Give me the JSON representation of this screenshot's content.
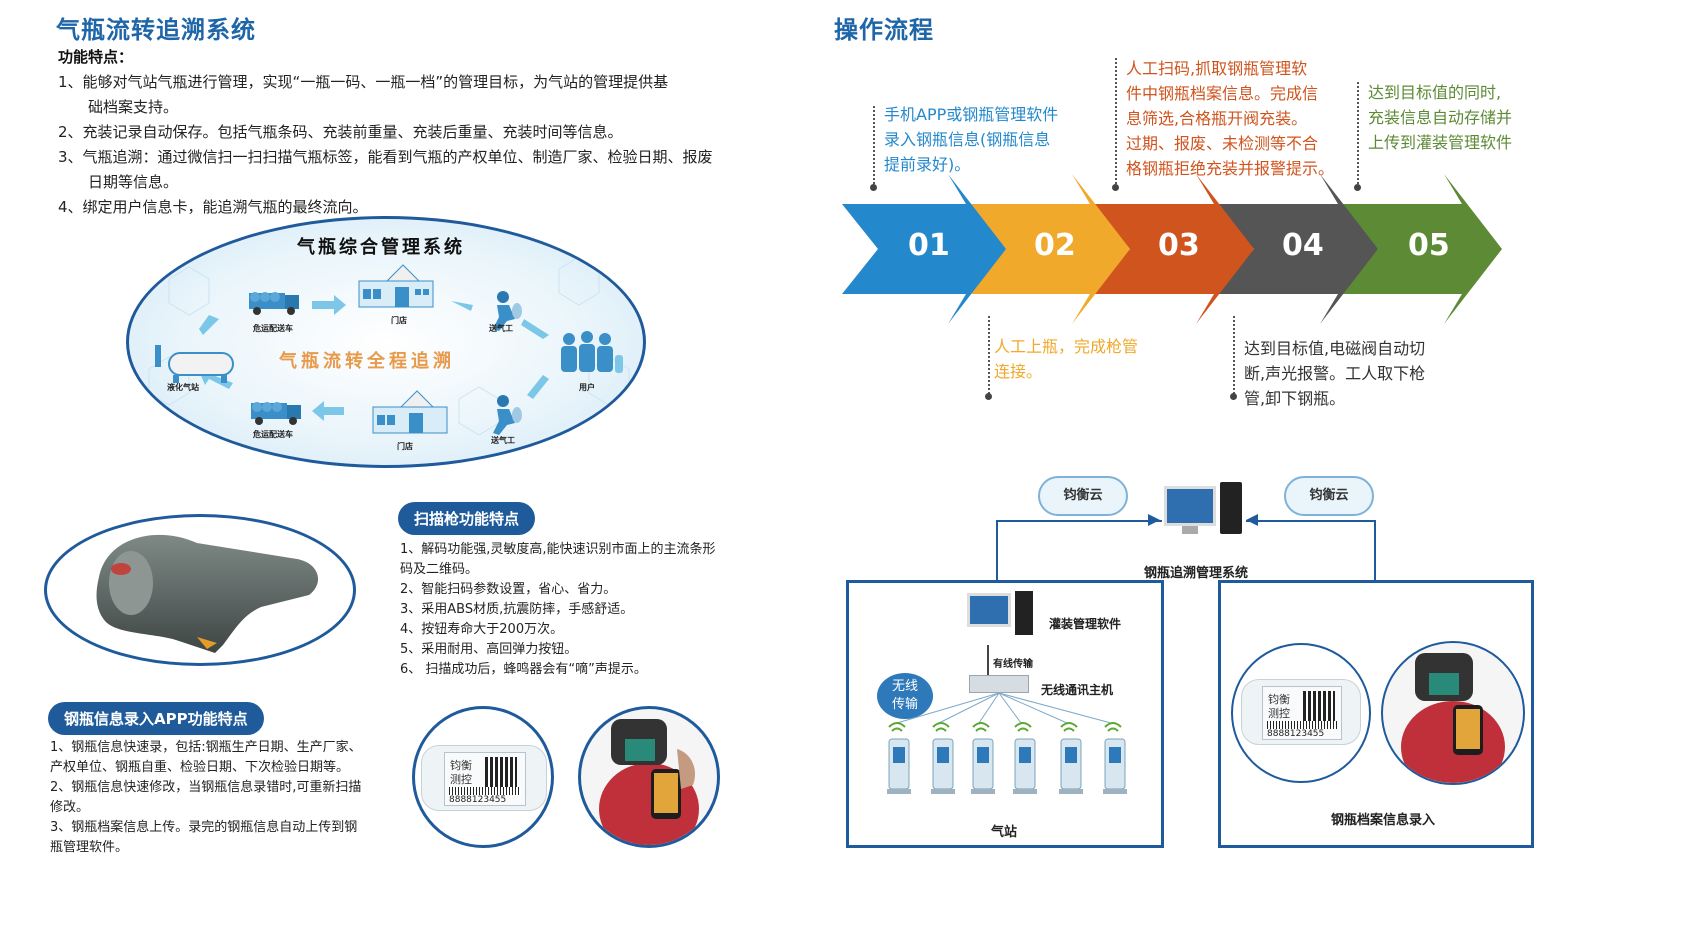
{
  "left": {
    "title": "气瓶流转追溯系统",
    "features": {
      "heading": "功能特点：",
      "items": [
        "1、能够对气站气瓶进行管理，实现“一瓶一码、一瓶一档”的管理目标，为气站的管理提供基",
        "础档案支持。",
        "2、充装记录自动保存。包括气瓶条码、充装前重量、充装后重量、充装时间等信息。",
        "3、气瓶追溯：通过微信扫一扫扫描气瓶标签，能看到气瓶的产权单位、制造厂家、检验日期、报废",
        "日期等信息。",
        "4、绑定用户信息卡，能追溯气瓶的最终流向。"
      ]
    },
    "diagram": {
      "title": "气瓶综合管理系统",
      "center_text": "气瓶流转全程追溯",
      "labels": {
        "truck_top": "危运配送车",
        "store_top": "门店",
        "courier_top": "送气工",
        "users": "用户",
        "station": "液化气站",
        "truck_bottom": "危运配送车",
        "store_bottom": "门店",
        "courier_bottom": "送气工"
      }
    },
    "scanner": {
      "heading": "扫描枪功能特点",
      "items": [
        "1、解码功能强,灵敏度高,能快速识别市面上的主流条形",
        "码及二维码。",
        "2、智能扫码参数设置，省心、省力。",
        "3、采用ABS材质,抗震防摔，手感舒适。",
        "4、按钮寿命大于200万次。",
        "5、采用耐用、高回弹力按钮。",
        "6、 扫描成功后，蜂鸣器会有“嘀”声提示。"
      ]
    },
    "app": {
      "heading": "钢瓶信息录入APP功能特点",
      "items": [
        "1、钢瓶信息快速录，包括:钢瓶生产日期、生产厂家、",
        "产权单位、钢瓶自重、检验日期、下次检验日期等。",
        "2、钢瓶信息快速修改，当钢瓶信息录错时,可重新扫描",
        "修改。",
        "3、钢瓶档案信息上传。录完的钢瓶信息自动上传到钢",
        "瓶管理软件。"
      ]
    },
    "tag": {
      "line1": "钧衡",
      "line2": "测控",
      "code": "8888123455"
    }
  },
  "right": {
    "title": "操作流程",
    "steps": [
      {
        "num": "01",
        "color": "#2488cc",
        "text": [
          "手机APP或钢瓶管理软件",
          "录入钢瓶信息(钢瓶信息",
          "提前录好)。"
        ]
      },
      {
        "num": "02",
        "color": "#f0a92a",
        "text": [
          "人工上瓶，完成枪管",
          "连接。"
        ]
      },
      {
        "num": "03",
        "color": "#d0541e",
        "text": [
          "人工扫码,抓取钢瓶管理软",
          "件中钢瓶档案信息。完成信",
          "息筛选,合格瓶开阀充装。",
          "过期、报废、未检测等不合",
          "格钢瓶拒绝充装并报警提示。"
        ]
      },
      {
        "num": "04",
        "color": "#555555",
        "text": [
          "达到目标值,电磁阀自动切",
          "断,声光报警。工人取下枪",
          "管,卸下钢瓶。"
        ]
      },
      {
        "num": "05",
        "color": "#5d8a35",
        "text": [
          "达到目标值的同时,",
          "充装信息自动存储并",
          "上传到灌装管理软件"
        ]
      }
    ],
    "system": {
      "cloud_left": "钧衡云",
      "cloud_right": "钧衡云",
      "main_label": "钢瓶追溯管理系统",
      "filling_software": "灌装管理软件",
      "wired": "有线传输",
      "wireless_host": "无线通讯主机",
      "wireless_bubble": [
        "无线",
        "传输"
      ],
      "station_label": "气站",
      "archive_label": "钢瓶档案信息录入"
    }
  }
}
